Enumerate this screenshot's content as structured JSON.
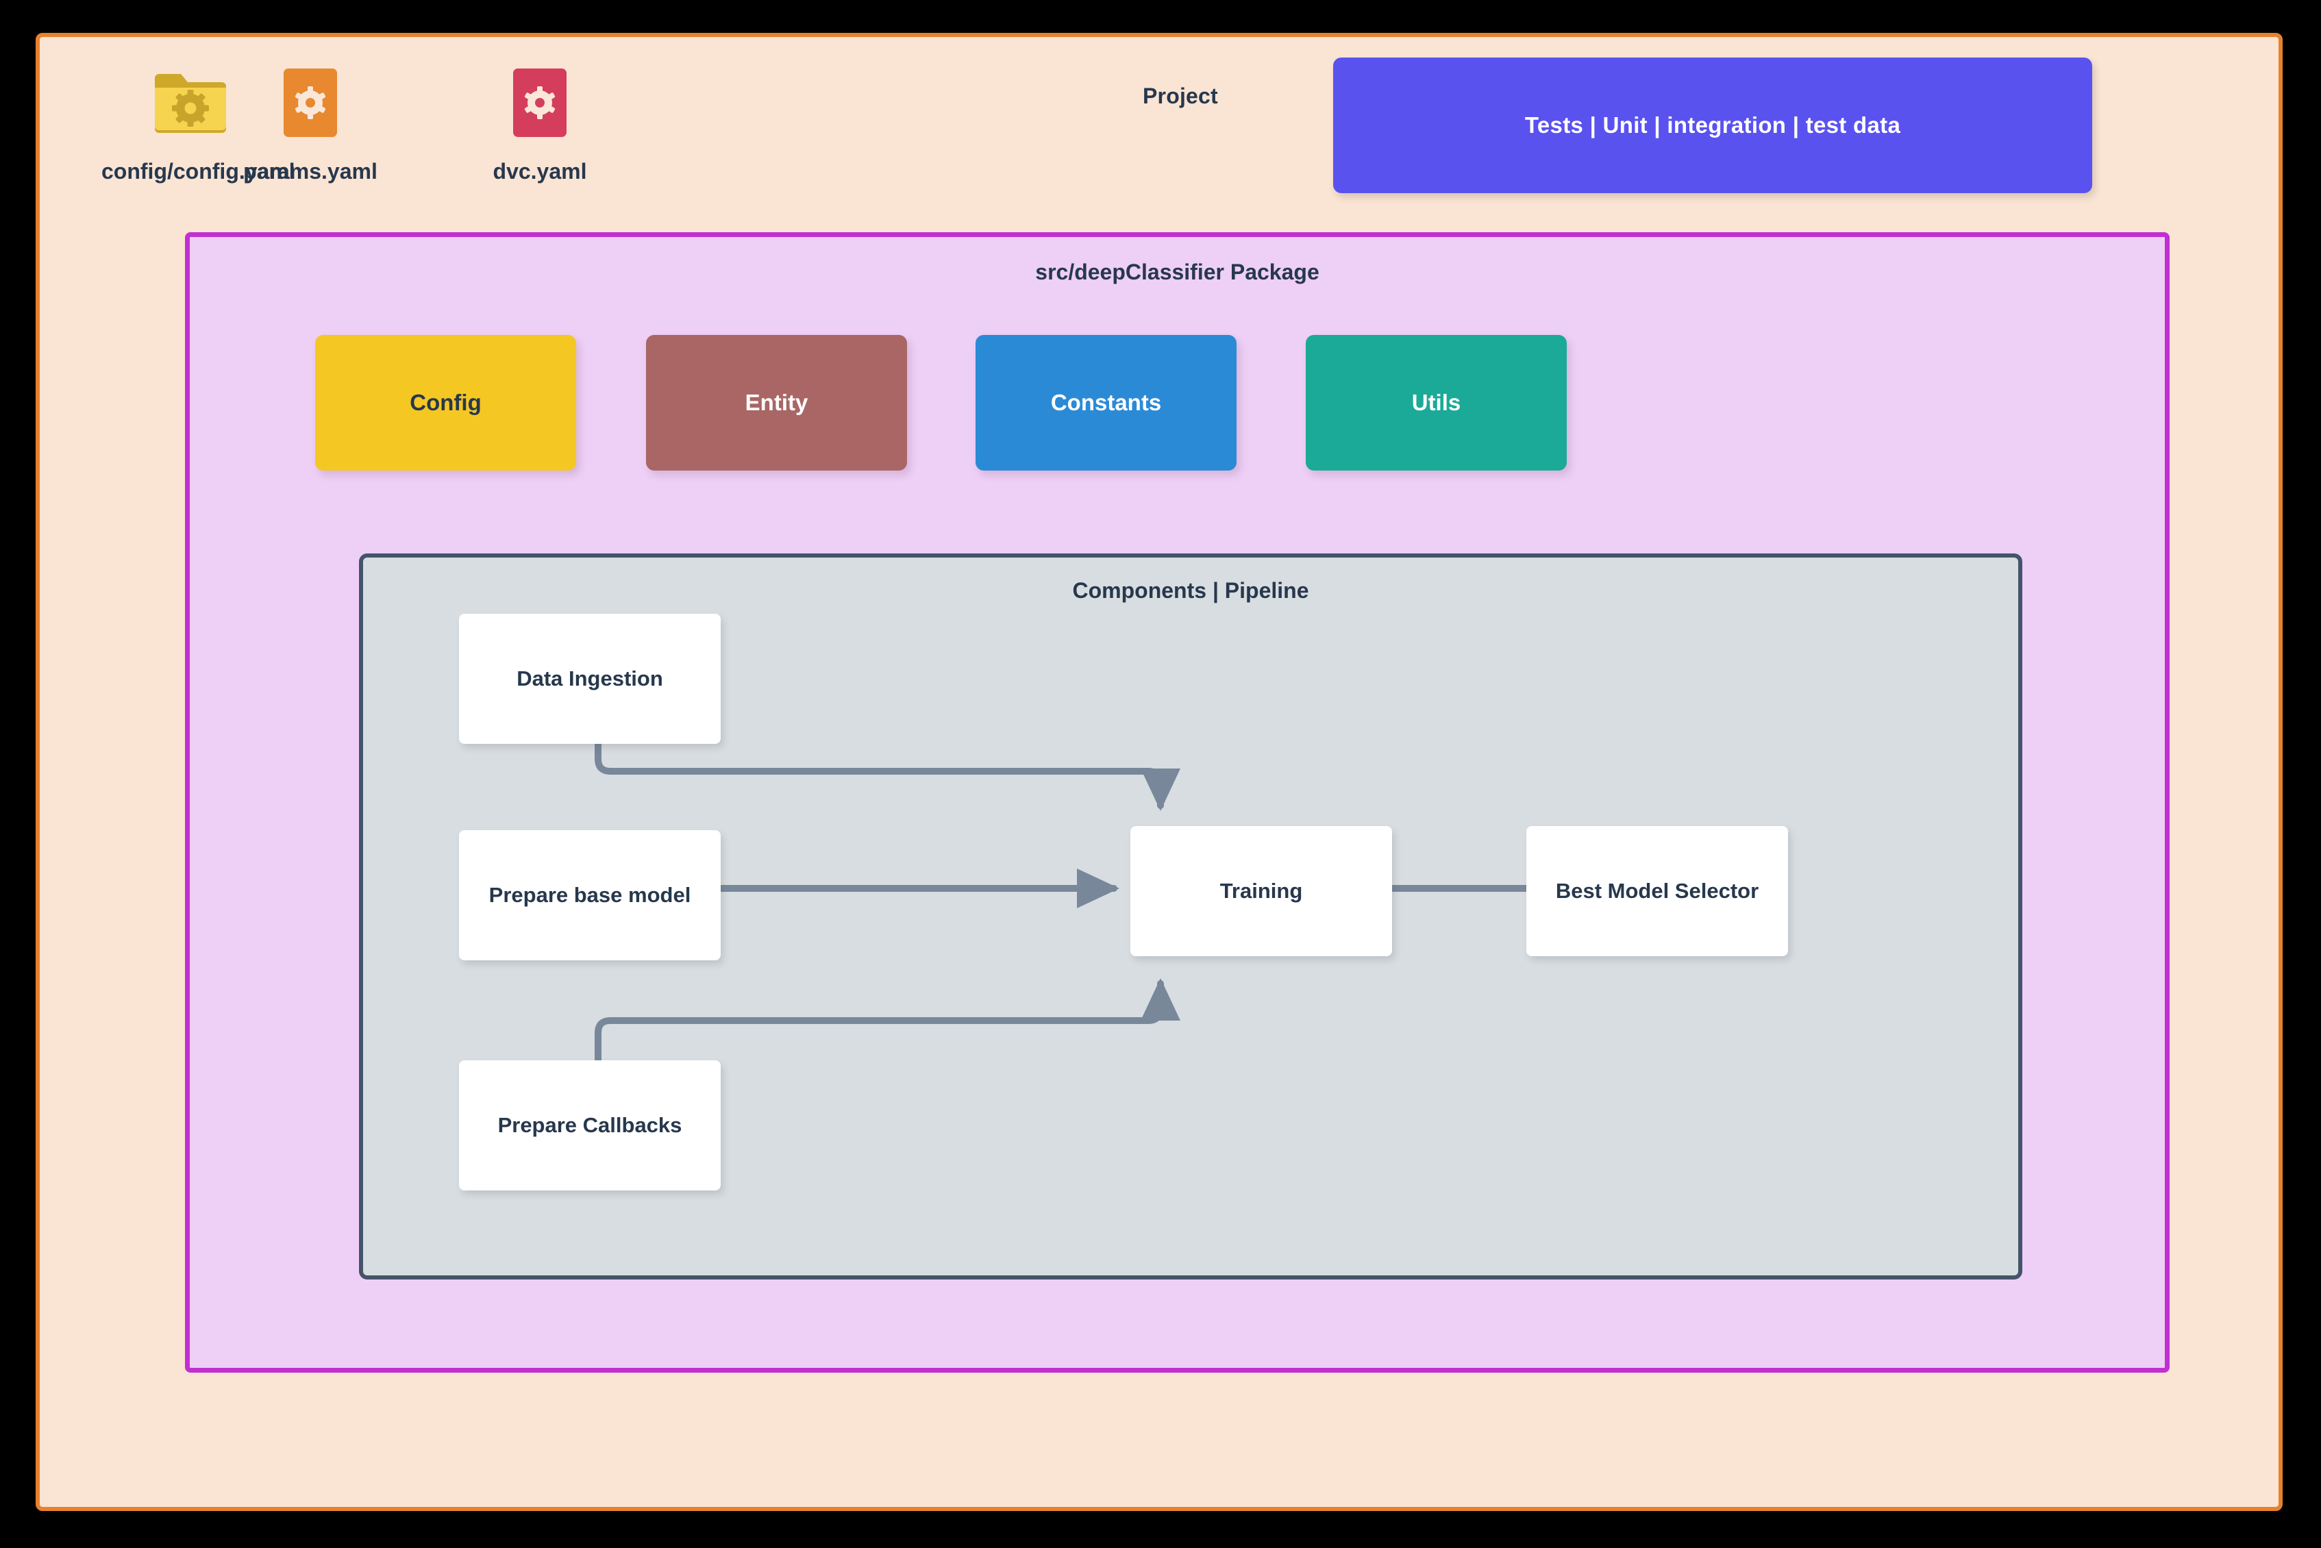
{
  "page": {
    "title": "Project",
    "canvas_bg": "#fae4d4",
    "canvas_border": "#e6822e",
    "outer_bg": "#000000"
  },
  "files": [
    {
      "label": "config/config.yaml",
      "icon": "folder-gear-icon",
      "body_color": "#f6d44f",
      "tab_color": "#cfa829",
      "glyph_color": "#c9a42a"
    },
    {
      "label": "params.yaml",
      "icon": "file-gear-icon",
      "body_color": "#e8882f",
      "tab_color": "#e8882f",
      "glyph_color": "#fbe7da"
    },
    {
      "label": "dvc.yaml",
      "icon": "file-gear-icon",
      "body_color": "#d43e5c",
      "tab_color": "#d43e5c",
      "glyph_color": "#fbe7da"
    }
  ],
  "tests": {
    "label": "Tests | Unit | integration | test data",
    "color": "#5a52ef",
    "text_color": "#ffffff"
  },
  "package": {
    "title": "src/deepClassifier Package",
    "fill": "#eecff5",
    "border": "#c22fd1",
    "modules": [
      {
        "label": "Config",
        "color": "#f5c723",
        "text_color": "#27384d"
      },
      {
        "label": "Entity",
        "color": "#a96665",
        "text_color": "#ffffff"
      },
      {
        "label": "Constants",
        "color": "#2b8ad6",
        "text_color": "#ffffff"
      },
      {
        "label": "Utils",
        "color": "#1aaa97",
        "text_color": "#ffffff"
      }
    ]
  },
  "components": {
    "title": "Components | Pipeline",
    "fill": "#d8dde1",
    "border": "#44546a",
    "edge_color": "#78889a",
    "nodes": [
      {
        "label": "Data Ingestion"
      },
      {
        "label": "Prepare base model"
      },
      {
        "label": "Prepare Callbacks"
      },
      {
        "label": "Training"
      },
      {
        "label": "Best Model Selector"
      }
    ],
    "edges": [
      {
        "from": "Data Ingestion",
        "to": "Training"
      },
      {
        "from": "Prepare base model",
        "to": "Training"
      },
      {
        "from": "Prepare Callbacks",
        "to": "Training"
      },
      {
        "from": "Training",
        "to": "Best Model Selector"
      }
    ]
  }
}
